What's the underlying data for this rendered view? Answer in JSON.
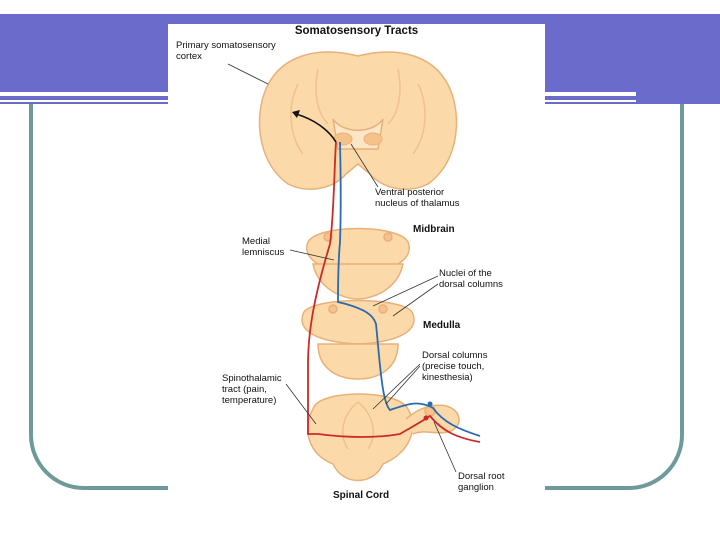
{
  "diagram": {
    "title": "Somatosensory Tracts",
    "labels": {
      "primary_cortex": "Primary somatosensory\ncortex",
      "thalamus": "Ventral posterior\nnucleus of thalamus",
      "midbrain": "Midbrain",
      "medial_lemniscus": "Medial\nlemniscus",
      "dorsal_nuclei": "Nuclei of the\ndorsal columns",
      "medulla": "Medulla",
      "dorsal_columns": "Dorsal columns\n(precise touch,\nkinesthesia)",
      "spinothalamic": "Spinothalamic\ntract (pain,\ntemperature)",
      "root_ganglion": "Dorsal root\nganglion",
      "spinal_cord": "Spinal Cord"
    },
    "colors": {
      "tissue": "#fcd9a8",
      "tissue_edge": "#e8b07a",
      "spinothalamic_tract": "#cc2a2a",
      "dorsal_column_tract": "#2a6ab0",
      "banner": "#6b6bcc",
      "frame": "#6f9a9a"
    }
  }
}
